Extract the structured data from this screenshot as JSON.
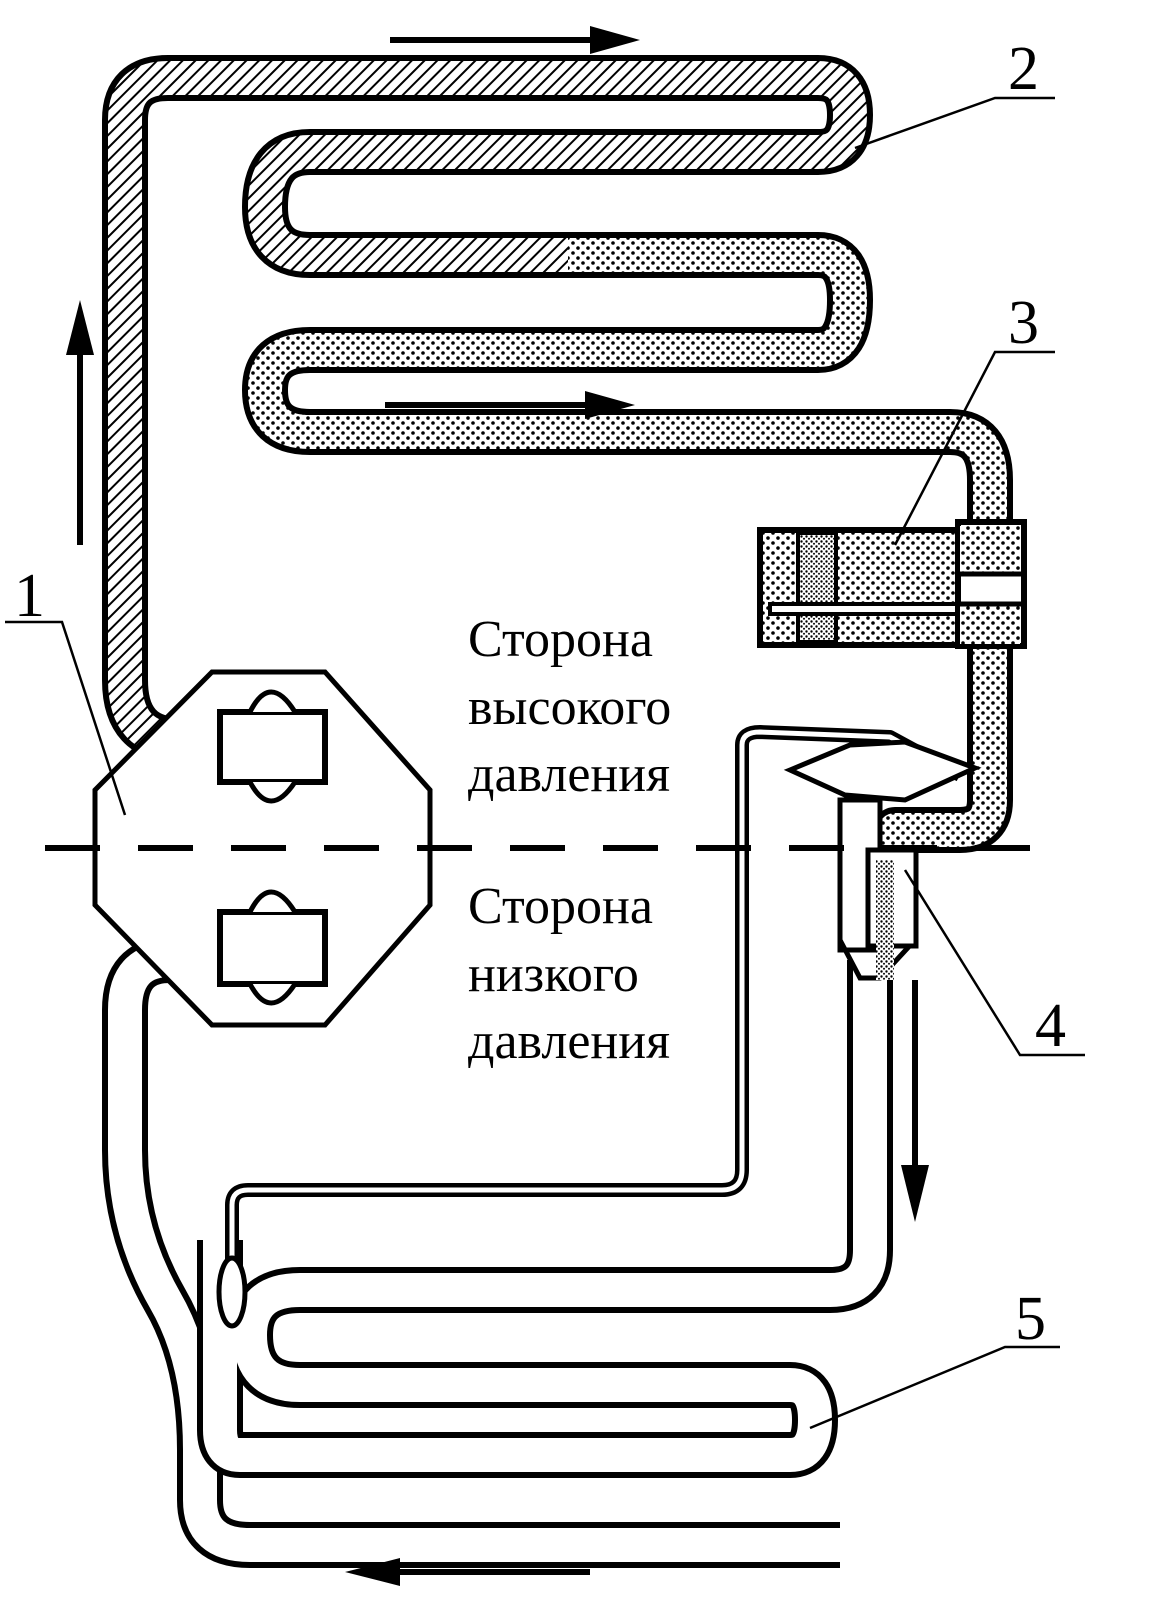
{
  "labels": {
    "compressor": "1",
    "condenser": "2",
    "filter_drier": "3",
    "capillary": "4",
    "evaporator": "5"
  },
  "sides": {
    "high": [
      "Сторона",
      "высокого",
      "давления"
    ],
    "low": [
      "Сторона",
      "низкого",
      "давления"
    ]
  },
  "colors": {
    "line": "#000000",
    "background": "#ffffff"
  }
}
